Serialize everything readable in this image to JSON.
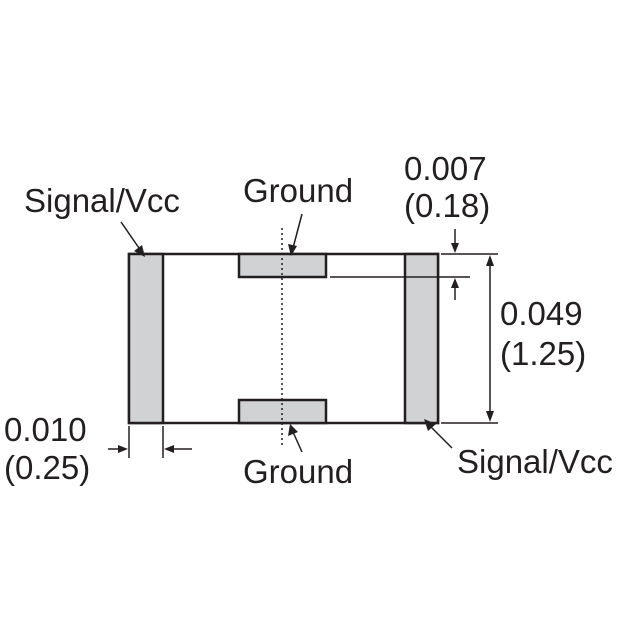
{
  "labels": {
    "signal_vcc_left": "Signal/Vcc",
    "signal_vcc_right": "Signal/Vcc",
    "ground_top": "Ground",
    "ground_bottom": "Ground"
  },
  "dimensions": {
    "top_pad_offset": {
      "inches": "0.007",
      "mm": "(0.18)"
    },
    "body_height": {
      "inches": "0.049",
      "mm": "(1.25)"
    },
    "terminal_width": {
      "inches": "0.010",
      "mm": "(0.25)"
    }
  },
  "colors": {
    "outline": "#231f20",
    "pad_fill": "#d1d2d4"
  }
}
